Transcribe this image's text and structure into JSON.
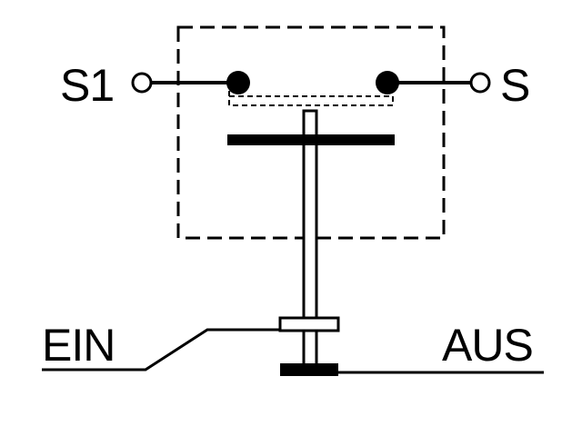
{
  "terminals": {
    "left": "S1",
    "right": "S"
  },
  "positions": {
    "on": "EIN",
    "off": "AUS"
  },
  "colors": {
    "line": "#000000",
    "background": "#ffffff"
  }
}
